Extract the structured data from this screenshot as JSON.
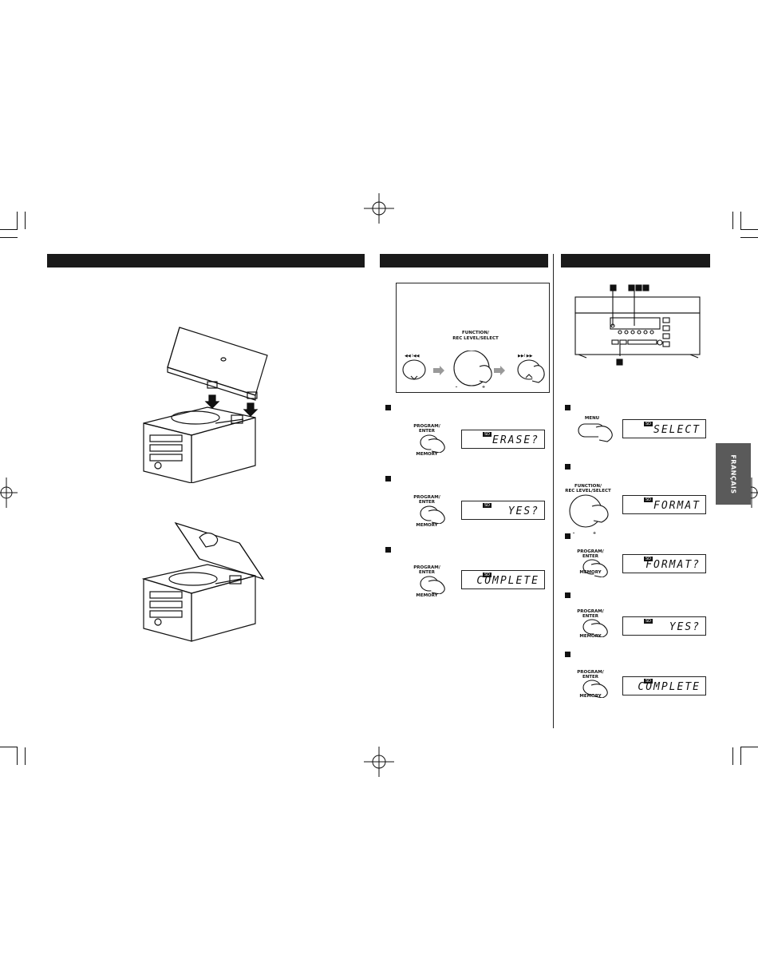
{
  "side_tab": {
    "label": "FRANÇAIS"
  },
  "left_section": {},
  "erase_section": {
    "knob_label_1": "FUNCTION/",
    "knob_label_2": "REC LEVEL/SELECT",
    "minus": "–",
    "plus": "+",
    "steps": [
      {
        "button_top": "PROGRAM/",
        "button_mid": "ENTER",
        "button_bottom": "MEMORY",
        "badge": "SD",
        "display": "ERASE?"
      },
      {
        "button_top": "PROGRAM/",
        "button_mid": "ENTER",
        "button_bottom": "MEMORY",
        "badge": "SD",
        "display": "YES?"
      },
      {
        "button_top": "PROGRAM/",
        "button_mid": "ENTER",
        "button_bottom": "MEMORY",
        "badge": "SD",
        "display": "COMPLETE"
      }
    ]
  },
  "format_section": {
    "menu_label": "MENU",
    "knob_label_1": "FUNCTION/",
    "knob_label_2": "REC LEVEL/SELECT",
    "minus": "–",
    "plus": "+",
    "steps": [
      {
        "badge": "SD",
        "display": "SELECT"
      },
      {
        "badge": "SD",
        "display": "FORMAT"
      },
      {
        "button_top": "PROGRAM/",
        "button_mid": "ENTER",
        "button_bottom": "MEMORY",
        "badge": "SD",
        "display": "FORMAT?"
      },
      {
        "button_top": "PROGRAM/",
        "button_mid": "ENTER",
        "button_bottom": "MEMORY",
        "badge": "SD",
        "display": "YES?"
      },
      {
        "button_top": "PROGRAM/",
        "button_mid": "ENTER",
        "button_bottom": "MEMORY",
        "badge": "SD",
        "display": "COMPLETE"
      }
    ]
  }
}
